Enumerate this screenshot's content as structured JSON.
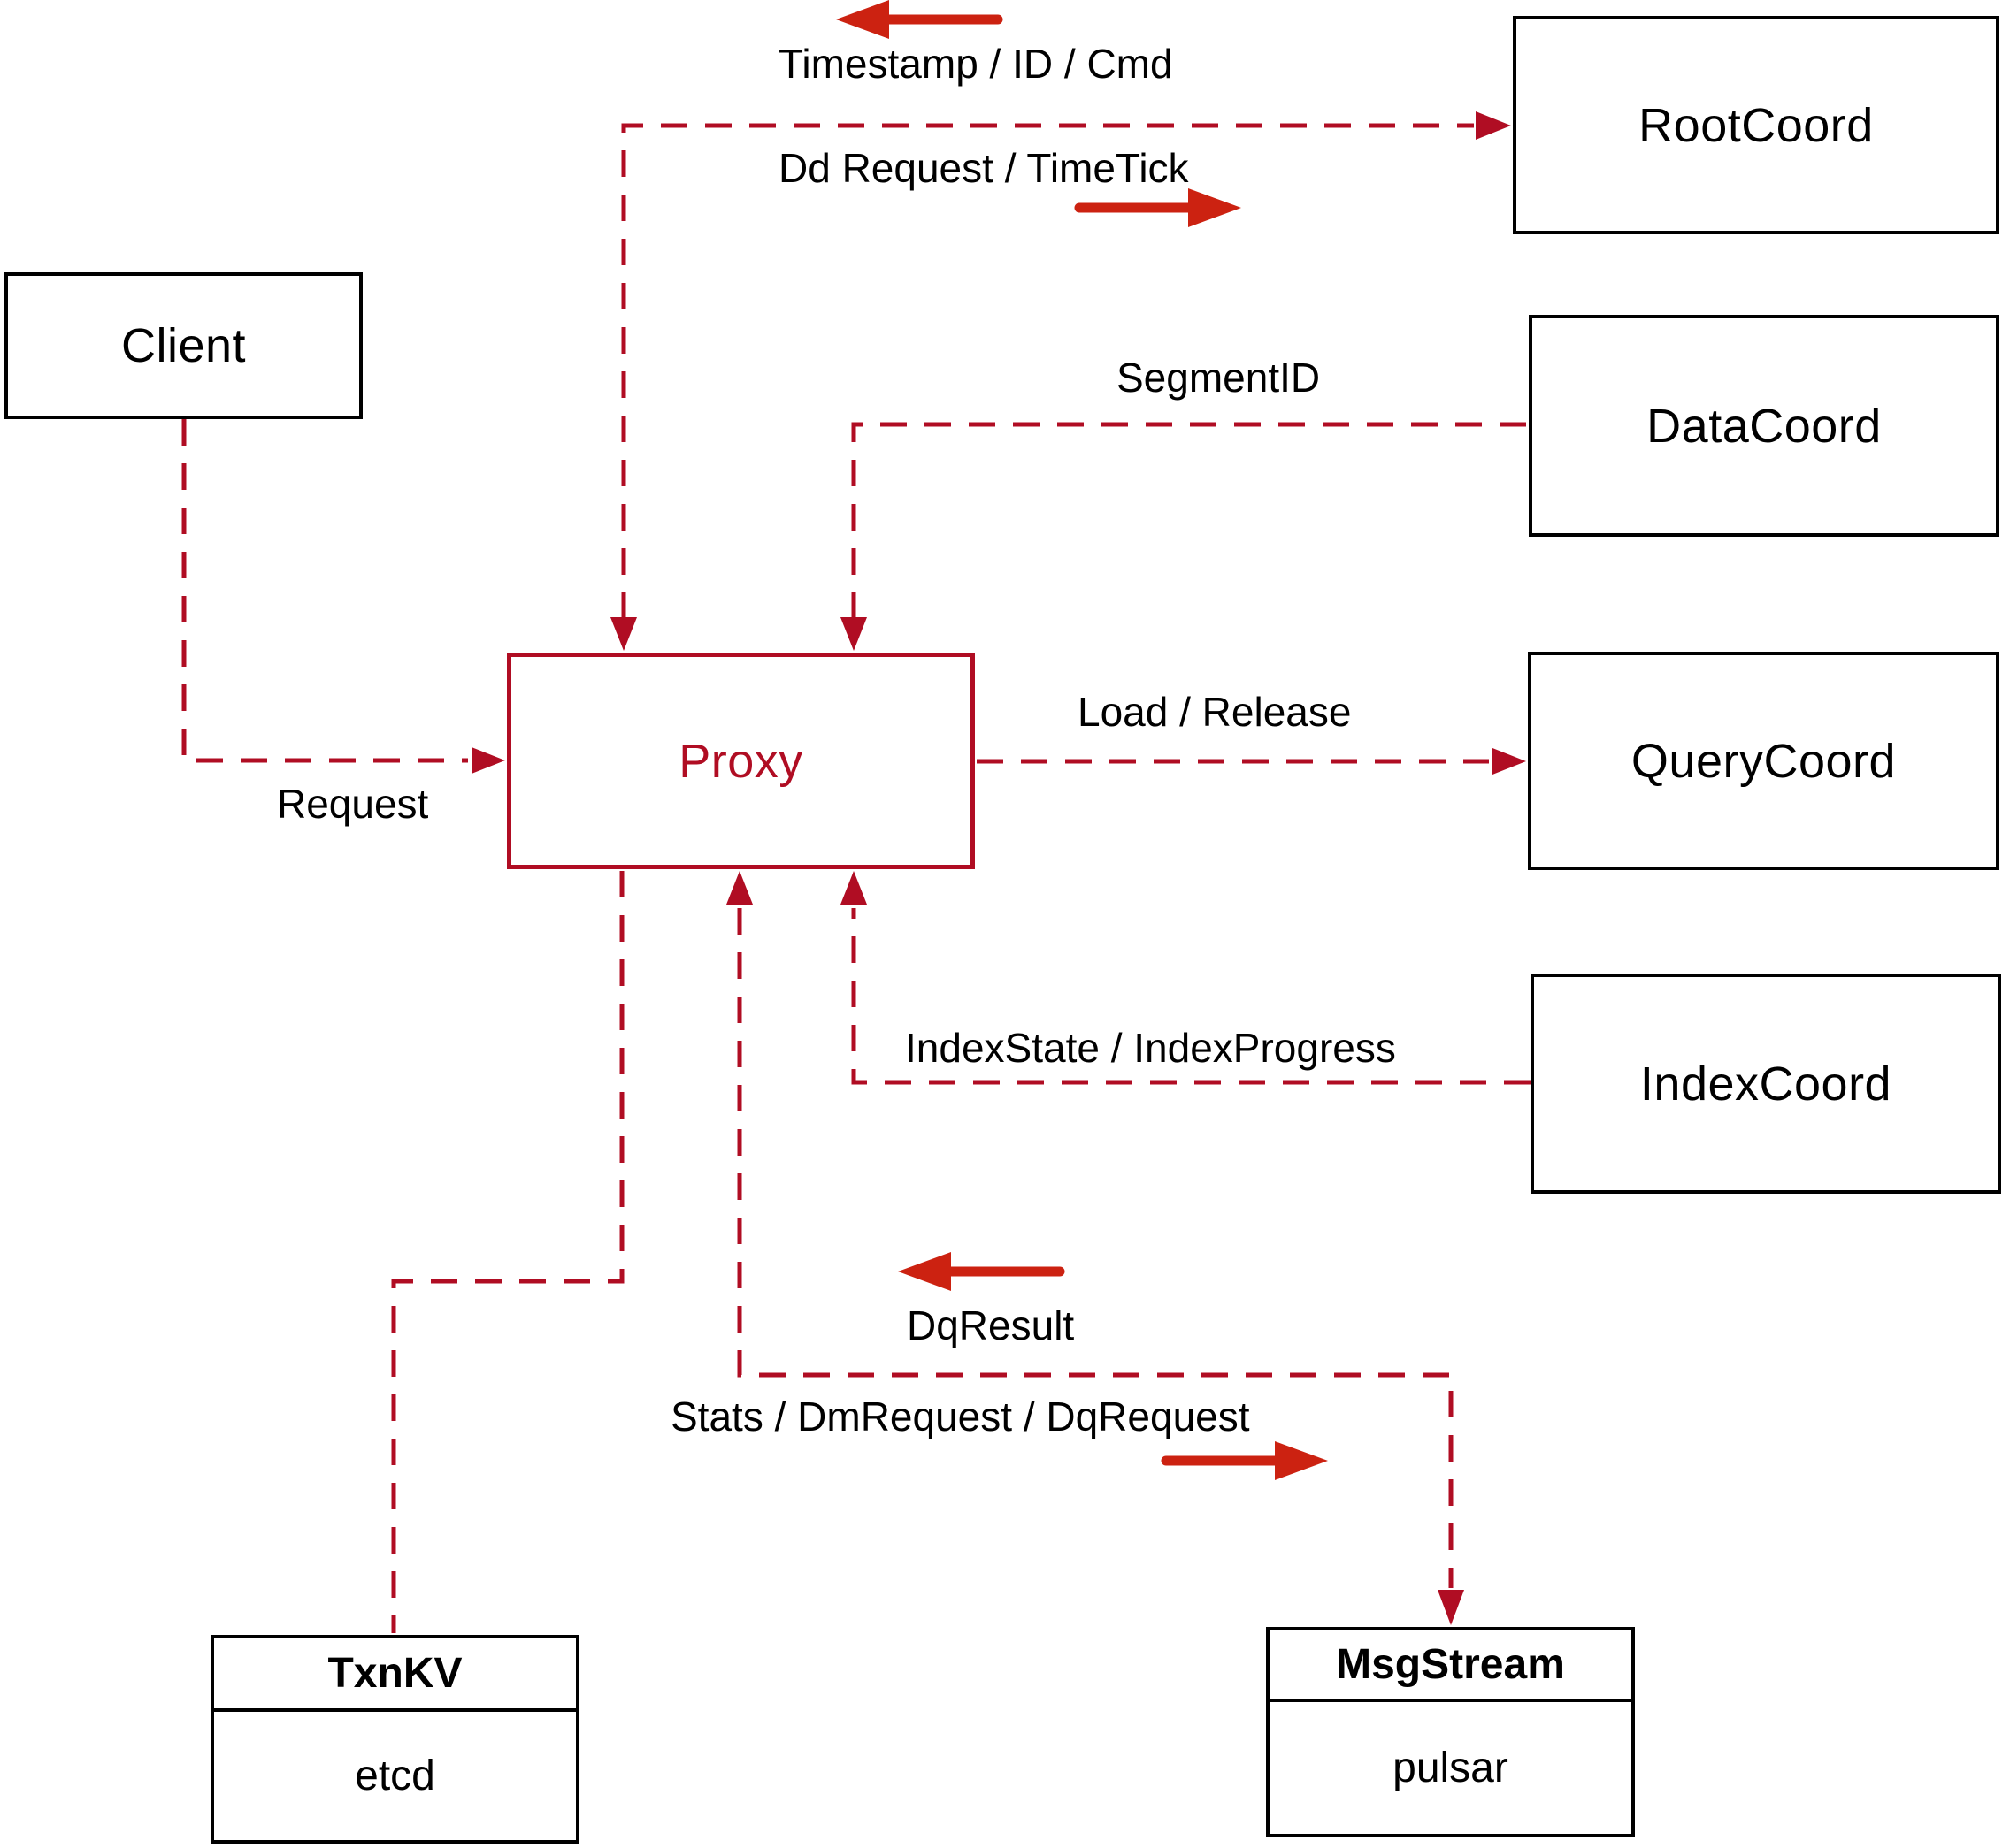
{
  "diagram": {
    "title": "Milvus proxy architecture diagram",
    "colors": {
      "background": "#ffffff",
      "box_border": "#000000",
      "box_fill": "#ffffff",
      "text": "#000000",
      "dashed_line_red": "#B00D23",
      "solid_arrow_red": "#CC2211",
      "proxy_red": "#B00D23"
    },
    "nodes": {
      "client": {
        "label": "Client"
      },
      "rootcoord": {
        "label": "RootCoord"
      },
      "datacoord": {
        "label": "DataCoord"
      },
      "proxy": {
        "label": "Proxy"
      },
      "querycoord": {
        "label": "QueryCoord"
      },
      "indexcoord": {
        "label": "IndexCoord"
      },
      "txnkv": {
        "title": "TxnKV",
        "subtitle": "etcd"
      },
      "msgstream": {
        "title": "MsgStream",
        "subtitle": "pulsar"
      }
    },
    "edge_labels": {
      "timestamp": "Timestamp / ID / Cmd",
      "dd_request": "Dd Request / TimeTick",
      "segment_id": "SegmentID",
      "request": "Request",
      "load_release": "Load / Release",
      "index_state": "IndexState / IndexProgress",
      "dq_result": "DqResult",
      "stats": "Stats / DmRequest / DqRequest"
    },
    "edges": [
      {
        "name": "proxy-rootcoord",
        "from": "Proxy",
        "to": "RootCoord",
        "style": "dashed",
        "arrows": "both"
      },
      {
        "name": "datacoord-proxy",
        "from": "DataCoord",
        "to": "Proxy",
        "style": "dashed",
        "arrows": "to-proxy"
      },
      {
        "name": "client-proxy",
        "from": "Client",
        "to": "Proxy",
        "style": "dashed",
        "arrows": "to-proxy"
      },
      {
        "name": "proxy-querycoord",
        "from": "Proxy",
        "to": "QueryCoord",
        "style": "dashed",
        "arrows": "to-querycoord"
      },
      {
        "name": "indexcoord-proxy",
        "from": "IndexCoord",
        "to": "Proxy",
        "style": "dashed",
        "arrows": "to-proxy"
      },
      {
        "name": "proxy-msgstream",
        "from": "Proxy",
        "to": "MsgStream",
        "style": "dashed",
        "arrows": "both"
      },
      {
        "name": "proxy-txnkv",
        "from": "Proxy",
        "to": "TxnKV",
        "style": "dashed",
        "arrows": "none"
      }
    ]
  }
}
